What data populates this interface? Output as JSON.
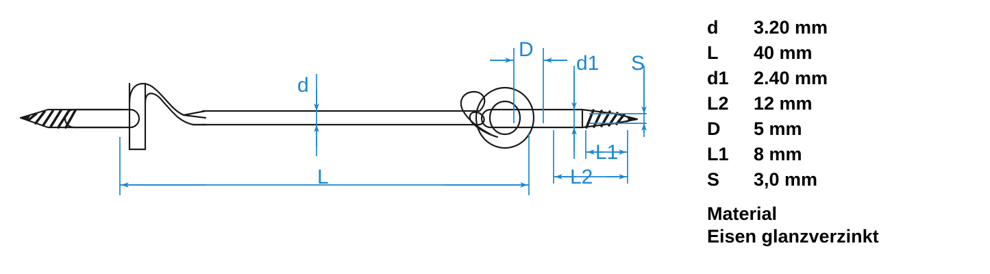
{
  "colors": {
    "dimension_blue": "#1a86d0",
    "outline_black": "#1a1a1a",
    "background": "#ffffff",
    "text_black": "#000000"
  },
  "drawing": {
    "title": "wire hook with screw eye technical drawing",
    "dimension_labels": {
      "d": "d",
      "L": "L",
      "D": "D",
      "d1": "d1",
      "S": "S",
      "L1": "L1",
      "L2": "L2"
    }
  },
  "specs": {
    "rows": [
      {
        "symbol": "d",
        "value": "3.20 mm"
      },
      {
        "symbol": "L",
        "value": "40 mm"
      },
      {
        "symbol": "d1",
        "value": "2.40 mm"
      },
      {
        "symbol": "L2",
        "value": "12 mm"
      },
      {
        "symbol": "D",
        "value": "5 mm"
      },
      {
        "symbol": "L1",
        "value": "8 mm"
      },
      {
        "symbol": "S",
        "value": "3,0 mm"
      }
    ]
  },
  "material": {
    "heading": "Material",
    "value": "Eisen glanzverzinkt"
  }
}
